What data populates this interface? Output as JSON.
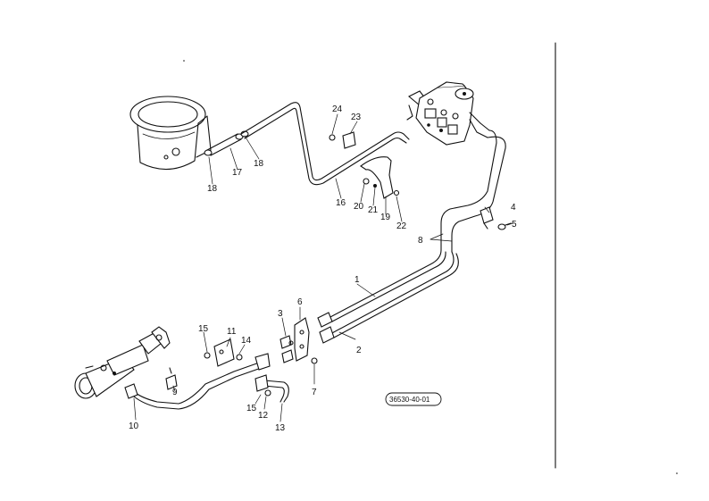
{
  "diagram": {
    "reference_code": "36530-40-01",
    "part_labels": [
      {
        "id": "p1",
        "text": "1"
      },
      {
        "id": "p2",
        "text": "2"
      },
      {
        "id": "p3",
        "text": "3"
      },
      {
        "id": "p4",
        "text": "4"
      },
      {
        "id": "p5",
        "text": "5"
      },
      {
        "id": "p6",
        "text": "6"
      },
      {
        "id": "p7",
        "text": "7"
      },
      {
        "id": "p8",
        "text": "8"
      },
      {
        "id": "p9",
        "text": "9"
      },
      {
        "id": "p10",
        "text": "10"
      },
      {
        "id": "p11",
        "text": "11"
      },
      {
        "id": "p12",
        "text": "12"
      },
      {
        "id": "p13",
        "text": "13"
      },
      {
        "id": "p14",
        "text": "14"
      },
      {
        "id": "p15a",
        "text": "15"
      },
      {
        "id": "p15b",
        "text": "15"
      },
      {
        "id": "p16",
        "text": "16"
      },
      {
        "id": "p17",
        "text": "17"
      },
      {
        "id": "p18a",
        "text": "18"
      },
      {
        "id": "p18b",
        "text": "18"
      },
      {
        "id": "p19",
        "text": "19"
      },
      {
        "id": "p20",
        "text": "20"
      },
      {
        "id": "p21",
        "text": "21"
      },
      {
        "id": "p22",
        "text": "22"
      },
      {
        "id": "p23",
        "text": "23"
      },
      {
        "id": "p24",
        "text": "24"
      }
    ]
  }
}
